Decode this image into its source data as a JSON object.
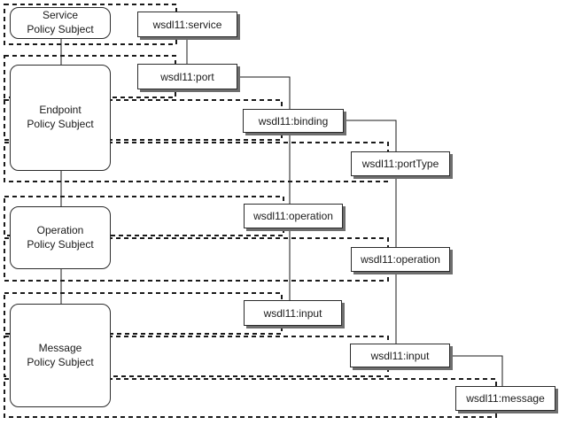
{
  "diagram": {
    "policy_subjects": [
      {
        "label": "Service\nPolicy Subject"
      },
      {
        "label": "Endpoint\nPolicy Subject"
      },
      {
        "label": "Operation\nPolicy Subject"
      },
      {
        "label": "Message\nPolicy Subject"
      }
    ],
    "wsdl_elements": [
      {
        "label": "wsdl11:service"
      },
      {
        "label": "wsdl11:port"
      },
      {
        "label": "wsdl11:binding"
      },
      {
        "label": "wsdl11:portType"
      },
      {
        "label": "wsdl11:operation"
      },
      {
        "label": "wsdl11:operation"
      },
      {
        "label": "wsdl11:input"
      },
      {
        "label": "wsdl11:input"
      },
      {
        "label": "wsdl11:message"
      }
    ],
    "colors": {
      "line": "#1a1a1a",
      "box_fill": "#ffffff",
      "box_border": "#2b2b2b",
      "shadow": "#6e6e6e",
      "background": "#ffffff"
    }
  }
}
